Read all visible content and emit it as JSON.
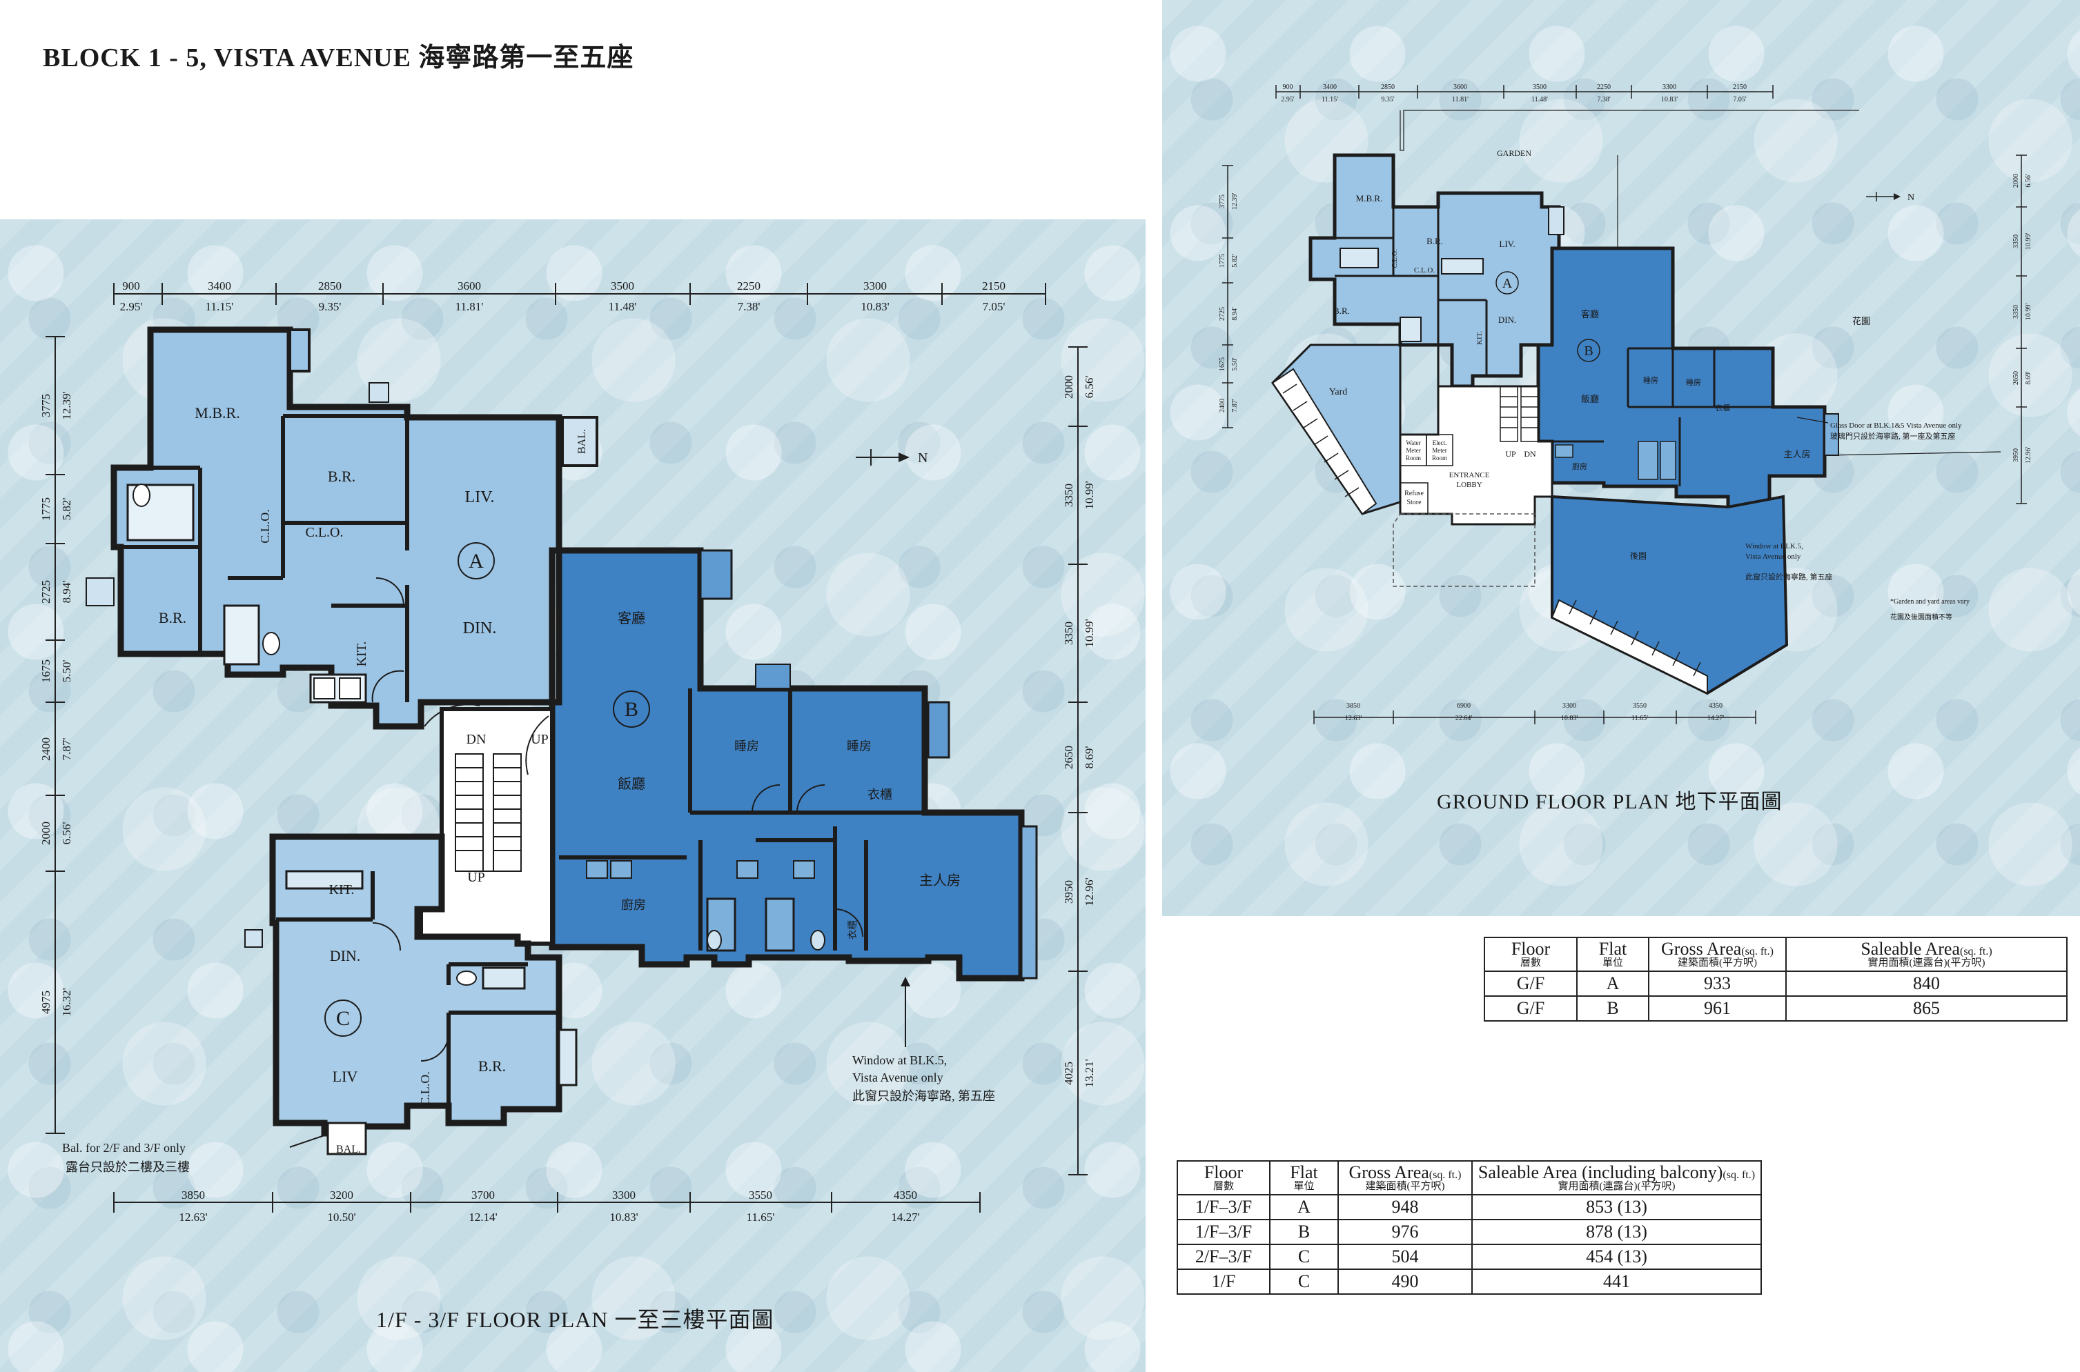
{
  "title": "BLOCK 1 - 5, VISTA AVENUE 海寧路第一至五座",
  "upper_plan": {
    "caption_en": "1/F - 3/F FLOOR PLAN",
    "caption_zh": "一至三樓平面圖",
    "north": "N",
    "top_dims": [
      {
        "mm": "900",
        "ft": "2.95'"
      },
      {
        "mm": "3400",
        "ft": "11.15'"
      },
      {
        "mm": "2850",
        "ft": "9.35'"
      },
      {
        "mm": "3600",
        "ft": "11.81'"
      },
      {
        "mm": "3500",
        "ft": "11.48'"
      },
      {
        "mm": "2250",
        "ft": "7.38'"
      },
      {
        "mm": "3300",
        "ft": "10.83'"
      },
      {
        "mm": "2150",
        "ft": "7.05'"
      }
    ],
    "bottom_dims": [
      {
        "mm": "3850",
        "ft": "12.63'"
      },
      {
        "mm": "3200",
        "ft": "10.50'"
      },
      {
        "mm": "3700",
        "ft": "12.14'"
      },
      {
        "mm": "3300",
        "ft": "10.83'"
      },
      {
        "mm": "3550",
        "ft": "11.65'"
      },
      {
        "mm": "4350",
        "ft": "14.27'"
      }
    ],
    "left_dims": [
      {
        "mm": "3775",
        "ft": "12.39'"
      },
      {
        "mm": "1775",
        "ft": "5.82'"
      },
      {
        "mm": "2725",
        "ft": "8.94'"
      },
      {
        "mm": "1675",
        "ft": "5.50'"
      },
      {
        "mm": "2400",
        "ft": "7.87'"
      },
      {
        "mm": "2000",
        "ft": "6.56'"
      },
      {
        "mm": "4975",
        "ft": "16.32'"
      }
    ],
    "right_dims": [
      {
        "mm": "2000",
        "ft": "6.56'"
      },
      {
        "mm": "3350",
        "ft": "10.99'"
      },
      {
        "mm": "3350",
        "ft": "10.99'"
      },
      {
        "mm": "2650",
        "ft": "8.69'"
      },
      {
        "mm": "3950",
        "ft": "12.96'"
      },
      {
        "mm": "4025",
        "ft": "13.21'"
      }
    ],
    "rooms": {
      "mbr": "M.B.R.",
      "br1": "B.R.",
      "br2": "B.R.",
      "clo1": "C.L.O.",
      "clo2": "C.L.O.",
      "liv": "LIV.",
      "din": "DIN.",
      "kit": "KIT.",
      "bal": "BAL.",
      "unit_a": "A",
      "unit_b": "B",
      "unit_c": "C",
      "dn": "DN",
      "up1": "UP",
      "up2": "UP",
      "b_living": "客廳",
      "b_dining": "飯廳",
      "b_bed1": "睡房",
      "b_bed2": "睡房",
      "b_wardrobe": "衣櫃",
      "b_kitchen": "廚房",
      "b_master": "主人房",
      "b_wardrobe2": "衣櫃",
      "c_kit": "KIT.",
      "c_din": "DIN.",
      "c_liv": "LIV",
      "c_clo": "C.L.O.",
      "c_br": "B.R.",
      "c_bal": "BAL."
    },
    "bal_note_en": "Bal. for 2/F and 3/F only",
    "bal_note_zh": "露台只設於二樓及三樓",
    "window_note_1": "Window at BLK.5,",
    "window_note_2": "Vista Avenue only",
    "window_note_3": "此窗只設於海寧路, 第五座"
  },
  "ground_plan": {
    "caption_en": "GROUND FLOOR PLAN",
    "caption_zh": "地下平面圖",
    "north": "N",
    "top_dims": [
      {
        "mm": "900",
        "ft": "2.95'"
      },
      {
        "mm": "3400",
        "ft": "11.15'"
      },
      {
        "mm": "2850",
        "ft": "9.35'"
      },
      {
        "mm": "3600",
        "ft": "11.81'"
      },
      {
        "mm": "3500",
        "ft": "11.48'"
      },
      {
        "mm": "2250",
        "ft": "7.38'"
      },
      {
        "mm": "3300",
        "ft": "10.83'"
      },
      {
        "mm": "2150",
        "ft": "7.05'"
      }
    ],
    "bottom_dims": [
      {
        "mm": "3850",
        "ft": "12.63'"
      },
      {
        "mm": "6900",
        "ft": "22.64'"
      },
      {
        "mm": "3300",
        "ft": "10.83'"
      },
      {
        "mm": "3550",
        "ft": "11.65'"
      },
      {
        "mm": "4350",
        "ft": "14.27'"
      }
    ],
    "left_dims": [
      {
        "mm": "3775",
        "ft": "12.39'"
      },
      {
        "mm": "1775",
        "ft": "5.82'"
      },
      {
        "mm": "2725",
        "ft": "8.94'"
      },
      {
        "mm": "1675",
        "ft": "5.50'"
      },
      {
        "mm": "2400",
        "ft": "7.87'"
      }
    ],
    "right_dims": [
      {
        "mm": "2000",
        "ft": "6.56'"
      },
      {
        "mm": "3350",
        "ft": "10.99'"
      },
      {
        "mm": "3350",
        "ft": "10.99'"
      },
      {
        "mm": "2650",
        "ft": "8.69'"
      },
      {
        "mm": "3950",
        "ft": "12.96'"
      }
    ],
    "rooms": {
      "garden": "GARDEN",
      "mbr": "M.B.R.",
      "br1": "B.R.",
      "br2": "B.R.",
      "clo1": "C.L.O.",
      "clo2": "C.L.O.",
      "liv": "LIV.",
      "din": "DIN.",
      "kit": "KIT.",
      "unit_a": "A",
      "unit_b": "B",
      "yard": "Yard",
      "water1": "Water",
      "water2": "Meter",
      "water3": "Room",
      "elec1": "Elect.",
      "elec2": "Meter",
      "elec3": "Room",
      "refuse1": "Refuse",
      "refuse2": "Store",
      "lobby1": "ENTRANCE",
      "lobby2": "LOBBY",
      "up": "UP",
      "dn": "DN",
      "b_living": "客廳",
      "b_dining": "飯廳",
      "b_bed1": "睡房",
      "b_bed2": "睡房",
      "b_wardrobe": "衣櫃",
      "b_kitchen": "廚房",
      "b_master": "主人房",
      "b_yard": "後園",
      "garden_zh": "花園"
    },
    "glass_note_1": "Glass Door at BLK.1&5 Vista Avenue only",
    "glass_note_2": "玻璃門只設於海寧路, 第一座及第五座",
    "window_note_1": "Window at BLK.5,",
    "window_note_2": "Vista Avenue only",
    "window_note_3": "此窗只設於海寧路, 第五座",
    "garden_note_en": "*Garden and yard areas vary",
    "garden_note_zh": "花園及後園面積不等"
  },
  "ground_table": {
    "headers": {
      "floor": "Floor",
      "floor_zh": "層數",
      "flat": "Flat",
      "flat_zh": "單位",
      "gross": "Gross Area",
      "gross_unit": "(sq. ft.)",
      "gross_zh": "建築面積(平方呎)",
      "saleable": "Saleable Area",
      "saleable_unit": "(sq. ft.)",
      "saleable_zh": "實用面積(連露台)(平方呎)"
    },
    "rows": [
      {
        "floor": "G/F",
        "flat": "A",
        "gross": "933",
        "saleable": "840"
      },
      {
        "floor": "G/F",
        "flat": "B",
        "gross": "961",
        "saleable": "865"
      }
    ]
  },
  "upper_table": {
    "headers": {
      "floor": "Floor",
      "floor_zh": "層數",
      "flat": "Flat",
      "flat_zh": "單位",
      "gross": "Gross Area",
      "gross_unit": "(sq. ft.)",
      "gross_zh": "建築面積(平方呎)",
      "saleable": "Saleable Area (including balcony)",
      "saleable_unit": "(sq. ft.)",
      "saleable_zh": "實用面積(連露台)(平方呎)"
    },
    "rows": [
      {
        "floor": "1/F–3/F",
        "flat": "A",
        "gross": "948",
        "saleable": "853 (13)"
      },
      {
        "floor": "1/F–3/F",
        "flat": "B",
        "gross": "976",
        "saleable": "878 (13)"
      },
      {
        "floor": "2/F–3/F",
        "flat": "C",
        "gross": "504",
        "saleable": "454 (13)"
      },
      {
        "floor": "1/F",
        "flat": "C",
        "gross": "490",
        "saleable": "441"
      }
    ]
  },
  "colors": {
    "unit_a": "#9cc4e4",
    "unit_b": "#3f82c4",
    "unit_c": "#a9cde8",
    "wall": "#1c1c1c",
    "stair": "#ffffff"
  }
}
